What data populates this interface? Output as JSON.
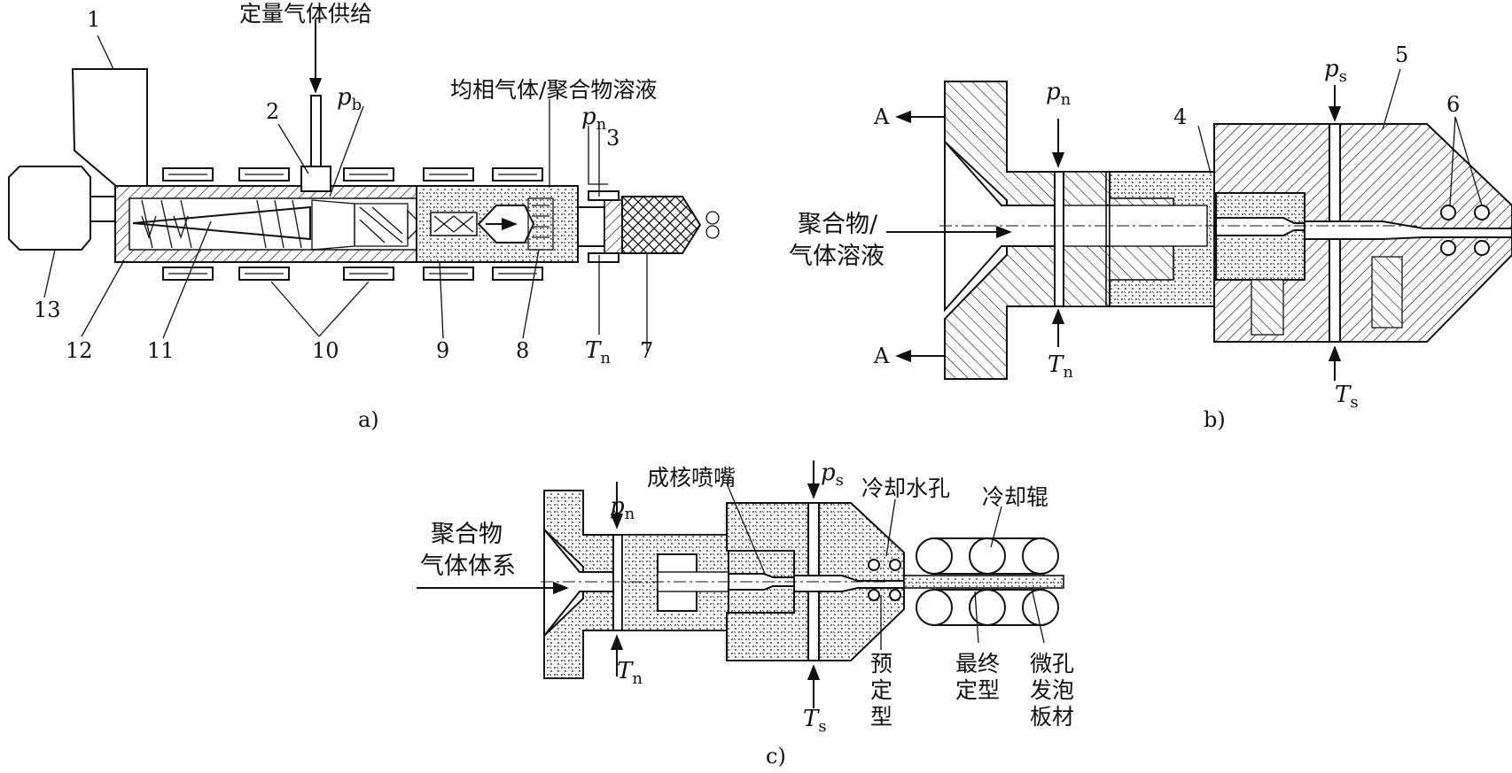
{
  "panel_a": {
    "label": "a)",
    "title_gas_supply": "定量气体供给",
    "title_solution": "均相气体/聚合物溶液",
    "pb_base": "p",
    "pb_sub": "b",
    "pn_base": "p",
    "pn_sub": "n",
    "tn_base": "T",
    "tn_sub": "n",
    "numbers": [
      "1",
      "2",
      "3",
      "7",
      "8",
      "9",
      "10",
      "11",
      "12",
      "13"
    ]
  },
  "panel_b": {
    "label": "b)",
    "inlet_line1": "聚合物/",
    "inlet_line2": "气体溶液",
    "a_top": "A",
    "a_bottom": "A",
    "pn_base": "p",
    "pn_sub": "n",
    "tn_base": "T",
    "tn_sub": "n",
    "ps_base": "p",
    "ps_sub": "s",
    "ts_base": "T",
    "ts_sub": "s",
    "numbers": [
      "4",
      "5",
      "6"
    ]
  },
  "panel_c": {
    "label": "c)",
    "inlet_line1": "聚合物",
    "inlet_line2": "气体体系",
    "nozzle": "成核喷嘴",
    "cooling_holes": "冷却水孔",
    "cooling_rolls": "冷却辊",
    "pn_base": "p",
    "pn_sub": "n",
    "tn_base": "T",
    "tn_sub": "n",
    "ps_base": "p",
    "ps_sub": "s",
    "ts_base": "T",
    "ts_sub": "s",
    "preform": [
      "预",
      "定",
      "型"
    ],
    "final_shape": [
      "最终",
      "定型"
    ],
    "sheet": [
      "微孔",
      "发泡",
      "板材"
    ]
  }
}
